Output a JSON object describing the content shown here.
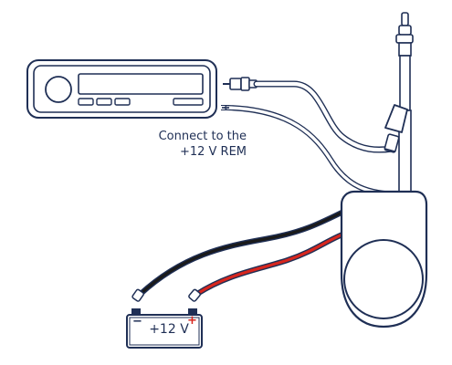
{
  "annotation": {
    "line1": "Connect to the",
    "line2": "+12 V REM"
  },
  "battery": {
    "voltage_label": "+12 V",
    "negative_symbol": "−",
    "positive_symbol": "+"
  },
  "colors": {
    "outline": "#1f2f55",
    "fill": "#ffffff",
    "wire_light": "#ffffff",
    "wire_black": "#1a1a1a",
    "wire_red": "#d7261e"
  },
  "icons": [
    "car-radio-head-unit-icon",
    "power-antenna-icon",
    "antenna-motor-housing-icon",
    "car-battery-icon",
    "rca-plug-icon"
  ]
}
